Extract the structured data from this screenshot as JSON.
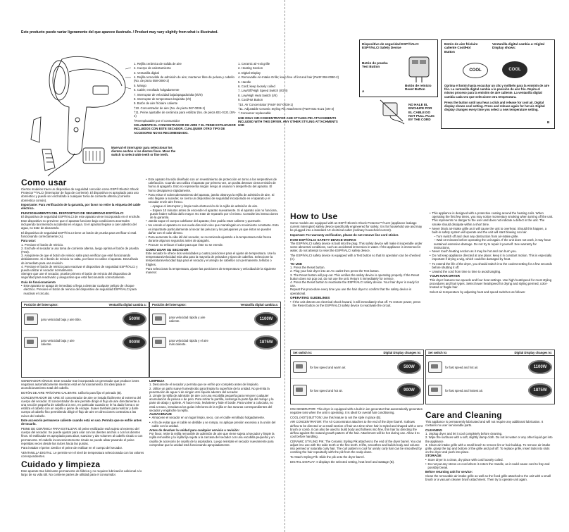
{
  "header_note": "Este producto puede variar ligeramente del que aparece ilustrado. / Product may vary slightly from what is illustrated.",
  "diagram": {
    "parts_es": [
      "1. Rejilla cerámica de salida de aire",
      "2. Cuerpo de calentamiento",
      "3. Ventanilla digital",
      "4. Rejilla removible de admisión de aire; mantener libre de pelusa y cabello (No. de pieza 058-0080-2)",
      "5. Mango",
      "6. Cable; enrollado holgadamente",
      "7. Interruptor de velocidad baja/apagado/alta (I/0/II)",
      "8. Interruptor de temperatura baja/alta (I/II)",
      "9. Botón de aire frío/aire caliente",
      "†10. Concentrador de aire (No. de pieza 067-0038-1)",
      "†11. Peine ajustable de cerámica para estilizar (No. de pieza 831-0121 (SN-4)",
      "†Reemplazable por el consumidor",
      "SOLAMENTE EL CONCENTRADOR DE AIRE Y EL PEINE ESTILIZADOR INCLUIDOS CON ESTE SECADOR. CUALQUIER OTRO TIPO DE ACCESORIO NO ES RECOMENDADO."
    ],
    "parts_en": [
      "1. Ceramic air-exit grille",
      "2. Heating Section",
      "3. Digital Display",
      "4. Removable Air-Intake Grille; keep free of lint and hair (Part# 058-0080-2)",
      "5. Handle",
      "6. Cord; keep loosely coiled",
      "7. Low/Off/High Speed Switch (I/O/II)",
      "8. Low/High Heat Switch (I/II)",
      "9. Cool/Hot Button",
      "†10. Air Concentrator (Part# 067-0038-1)",
      "†11. Adjustable Ceramic Styling Pik Attachment (Part# 831-0121 (SN-4)",
      "† Consumer replaceable",
      "USE ONLY AIR-CONCENTRATOR AND STYLING-PIK ATTACHMENTS INCLUDED WITH THIS DRYER. ANY OTHER STYLING ATTACHMENTS USE"
    ],
    "slide_note": "Muerval el interruptor para seleccionar los dientes anchos o los dientes finos. Move the switch to select wide teeth or fine teeth."
  },
  "plug_box": {
    "title": "Dispositivo de seguridad ESP®/ALCI ESP®/ALCI Safety Device",
    "test_button": "Botón de prueba Test Button",
    "reset_button": "Botón de reinicio Reset Button",
    "letter": "A",
    "warning": "NO HALE EL ENCHUFE POR EL CABLE DO NOT PULL PLUG BY THE CORD"
  },
  "cool_box": {
    "cool_label": "Botón de aire frío/aire caliente Cool/Hot Button",
    "window_label": "Ventanilla digital cambia a: Digital Display shows:",
    "display_1": "COOL",
    "display_2": "COOL",
    "letter": "B",
    "es_text": "Oprima el botón hasta escuchar un clic y mólbelo para la emisión de aire frío. La ventanilla digital cambia a la posición de aire frío. Repita el mismo proceso para la emisión de aire caliente. La ventanilla digital cambia cada vez que seleccione otra temperatura.",
    "en_text": "Press the button until you hear a click and release for cool air. Digital display shows cool setting. Press and release again for hot air. Digital display changes every time you select a new temperature setting."
  },
  "como_usar": {
    "title": "Como usar",
    "intro": "Ciertos modelos traen un dispositivo de seguridad conocido como ESP® Electric Shock Protector™/ALCI (interruptor de fuga de corriente). El dispositivo es apropiado para uso doméstico y puede ser enchufado a cualquier toma de corriente alterna (corriente doméstica común).",
    "important": "Importante: Para verificación de la garantía, por favor no retire la etiqueta del cable eléctrico.",
    "sub1": "FUNCIONAMIENTO DEL DISPOSITIVO DE SEGURIDAD ESP®/ALCI",
    "sub1_text": "El dispositivo de seguridad ESP®/ALCI de este aparato viene incorporado en el enchufe. Este dispositivo no previene que el aparato funcione bajo condiciones anormales incluyendo la inmersión accidental en el agua. Si el aparato llegase a caer adentro del agua, no trate de alcanzarlo.",
    "sub1_text2": "El dispositivo de seguridad ESP®/ALCI tiene un botón de prueba para verificar si está funcionando correctamente (A).",
    "para_usar": "Para usar:",
    "steps": [
      "1. Presione el botón de reinicio.",
      "2. Enchufe el secador a una toma de corriente alterna, luego oprima el botón de prueba (Test).",
      "3. Asegúrese de que el botón de reinicio salte para verificar que esté funcionando debidamente. Si el botón de reinicio no salta, por favor no utilice el aparato. Devuélvalo de inmediato para una revisión.",
      "4. Presione el botón de reinicio para reactivar el dispositivo de seguridad ESP®/ALCI y pueda utilizar el secador normalmente."
    ],
    "after_steps": "Siempre que use el secador, pruebe primero el botón de reinicio del dispositivo de seguridad para reactivarlo y asegurarse que está funcionando correctamente.",
    "guia": "Guía de funcionamiento",
    "guia_text": "Este aparato se apaga de inmediato u llega a detectar cualquier peligro de choque eléctrico. Presione el botón de reinicio del dispositivo de seguridad ESP®/ALCI para reactivar el circuito."
  },
  "col2": {
    "bullets": [
      "Este aparato ha sido diseñado con un revestimiento de protección en torno a los serpentines de calefacción. Cuando uno utiliza el aparato por primera vez, un poolta detectar cierta emisión de humo al apagarlo. Esto no representa ningún riesgo al usuario ni desperfecto del aparato. El humo desaparece rápidamente.",
      "Para evitar el sobrecalentamiento del aparato, jamás obstruya la rejilla de admisión de aire. Si esto llegase a suceder, se cierra un dispositivo de seguridad incorporado en el aparato y el secador envíe aire fresco.",
      "– Apague el interruptor y limpie toda obstrucción de la rejilla de admisión de aire.",
      "– Espere 10 minutos antes de encender el aparato nuevamente. Si el aparato aún no funciona, puede haber sufrido daño mayor. No trate de repararlo por sí mismo. Consulte las instrucciones de la garantía.",
      "Jamás toque el cuerpo calefactor del aparato; éste podría estar caliente y quemarle.",
      "No enrede el aparato en sus vuela dirección sino que manténgalo en movimiento constante. Esto es importante particularmente al secar las pelucas y los peluquines ya que éstos se pueden dañar con el calor directo.",
      "Para aumentar la vida útil del secador, se recomienda ajustarlo a la temperatura más fresca durante algunos segundos antes de apagarlo.",
      "Procure no enfocar el calor para que éste no se enrede."
    ],
    "como_usar_secador": "COMO USAR SU SECADOR",
    "secador_text": "Este secador le ofrece dos velocidades y cuatro posiciones para el ajuste de temperatura. Use la temperatura/velocidad más alta para la mayoría de peinados y tipos de cabellos. Seleccione la temperatura/velocidad baja para el secado y el arreglo de cabellos con permanente, teñidos o frágiles.",
    "secador_text2": "Para seleccionar la temperatura, ajuste las posiciones de temperatura y velocidad de la siguiente manera:"
  },
  "table_es": {
    "h1a": "Posición del interruptor:",
    "h1b": "Ventanilla digital cambia a:",
    "h2a": "Posición del interruptor:",
    "h2b": "Ventanilla digital cambia a:",
    "rows_left": [
      {
        "label": "para velocidad baja y aire tibio.",
        "display": "500W"
      },
      {
        "label": "para velocidad baja y aire caliente.",
        "display": "900W"
      }
    ],
    "rows_right": [
      {
        "label": "para velocidad rápida y aire caliente.",
        "display": "1100W"
      },
      {
        "label": "para velocidad rápida y el aire más caliente.",
        "display": "1875W"
      }
    ]
  },
  "bottom_es_left": {
    "items": [
      "GENERADOR IÓNICO: Este secador trae incorporado un generador que produce iones negativos automáticamente mientras está en funcionamiento. Es ideal para el acondicionamiento total del cabello.",
      "BOTÓN DE AIRE FRÍO/AIRE CALIENTE: Utilícelo para fijar el peinado (B).",
      "CONCENTRADOR DE AIRE: El concentrador de aire se instala fácilmente al extremo del cuerpo del secador. El concentrador de aire permite dirigir el flujo de aire directamente a una sección pequeña de cabello a la vez, en particular cuando se le ha dado forma o se estiliza el cabello con un cepillo o peine de escape. Suave también para realizar y darle cuerpo al cabello fino permitiendo dirigir el flujo de aire en direcciones contrarias a las raíces del cabello.",
      "Este accesorio permanece caliente cuando está en uso. Permita que se enfríe antes de tocarlo.",
      "PEINE DE CERÁMICA PARA ESTILIZAR: El peine estilizador está sujeto al extremo del cuerpo del secador. Se puede ajustar para usar con los dientes anchos o con los dientes finos. El estilizador es apropiado para alzar, suavizar y dar volumen al cabello rizado o con permanente. El cabello inconvenientemente rizado se puede alisar pasando el peine repetidas veces desde las raíces hacia las puntas.",
      "Para instalar el peine: Deslice el peine de estilizar en el cuerpo del secador.",
      "VENTANILLA DIGITAL: Le permite ver el nivel de temperatura seleccionada con los valores correspondientes."
    ],
    "cuidado_title": "Cuidado y limpieza",
    "cuidado_text": "Este aparato trae lubricante permanente de fábrica y no requiere lubricación adicional a lo largo de su vida útil. No contiene partes de utilidad para el consumidor."
  },
  "bottom_es_right": {
    "limpieza": "LIMPIEZA",
    "items": [
      "1. Desconecte el secador y permita que se enfríe por completo antes de limpiarlo.",
      "2. Utilice un paño suave humedecido para limpiar la superficie de la unidad. No permita la penetración de agua ni de ningún otro líquido adentro del secador.",
      "3. Limpie la rejilla de admisión de aire con una escobilla pequeña para remover cualquier acumulación de pelusa o de pelo. Para retirar la parrilla, sostenga la parte fija del mango y la parte de abajo y apriete. Al hacer esto, levántese y hale el borde. Para volver a colocarla, no está a mano, introduzca los guías inferiores de la rejilla en las ranuras correspondientes del secador y engánche la rejilla."
    ],
    "almacenaje": "ALMACENAJE",
    "alm_items": [
      "Almacene el secador en un lugar limpio, seco, con el cable enrollado holgadamente.",
      "A fin de evitar que el cable se deblide y se rompa, no aplique presión excesiva a la unión del cable con la unidad."
    ],
    "rejilla_title": "Antes de devolver la unidad para cualquier servicio o revisión:",
    "rejilla_text": "Por favor, retire la rejilla removible de admisión de aire que viene sujeta al secador y limpie la rejilla removible y la rejilla fija sujeta a la carcasa del secador con una escobilla pequeña y un cepillo de accesorio de cepillo de la aspiradora. Luego reinstale el secador nuevamente para comprobar que la unidad está funcionando apropiadamente."
  },
  "how_to_use": {
    "title": "How to Use",
    "intro": "Some models are equipped with an ESP® Electric Shock Protector™/ALCI (appliance leakage current interrupter) safety device specifically engineered for safety. It is for household use and may be plugged into a standard AC electrical outlet (ordinary household current).",
    "important": "Important: For warranty verification, please do not remove line cord sticker.",
    "sub1": "HOW ESP®/ALCI SAFETY DEVICE WORKS",
    "sub1_text": "The ESP®/ALCI safety device is built into the plug. This safety device will make it inoperable under some abnormal conditions, such as accidental immersion in water. If the appliance is immersed in water, do not attempt to reset the ESP®/ALCI safety device.",
    "sub1_text2": "The ESP®/ALCI safety device is equipped with a Test button so that its operation can be checked (A).",
    "to_use": "TO USE",
    "steps": [
      "1. Press the Reset button.",
      "2. Plug your hair dryer into an AC outlet then press the Test button.",
      "3. The Reset button will pop out. This verifies the safety device is operating properly. If the Reset button does not pop out, do not use the unit. Return it immediately for service.",
      "4. Press the Reset button to reactivate the ESP®/ALCI safety device. Your hair dryer is ready for use."
    ],
    "repeat": "Repeat this procedure every time you use the hair dryer to confirm that the safety device is operational.",
    "op_guide": "OPERATING GUIDELINES",
    "op_items": [
      "If the unit detects an electrical shock hazard, it will immediately shut off. To restore power, press the Reset button on the ESP®/ALCI safety device to reactivate the circuit."
    ]
  },
  "col4": {
    "bullets": [
      "This appliance is designed with a protective coating around the heating coils. When operating the first few times, you may notice momentary smoking when turning off the unit. This represents no danger to the user and does not indicate a defect in the unit. The smoke should dissipate within a short time.",
      "Never block air-intake grille as it will cause the unit to overheat. Should this happen, a built-in safety system will operate and the unit will start blowing cool air.",
      "– Turn switch off and clear any obstruction from air-intake grille.",
      "– Wait 10 minutes before operating the unit again. If the unit does not work, it may have sustained extensive damage. Do not try to repair it yourself. See warranty for instructions.",
      "Never touch heating section as it may be hot and can burn you.",
      "Do not keep appliance directed at one place; keep it in constant motion. This is especially important if drying a wig, which could be damaged by heat.",
      "To extend the life of the dryer, you should switch it to the coolest setting for a few seconds before shutting it off.",
      "Unwind the cord from time to time to avoid tangling."
    ],
    "your_dryer": "YOUR HAIR DRYER",
    "dryer_text": "This dryer features two speeds and four heat settings. Use high heat/speed for most styling procedures and hair types. Select lower heat/speed for drying and styling permed, color-treated or fragile hair.",
    "dryer_text2": "Select air temperature by adjusting heat and speed switches as follows:"
  },
  "table_en": {
    "h1a": "Set switch to:",
    "h1b": "Digital Display changes to:",
    "h2a": "Set switch to:",
    "h2b": "Digital Display changes to:",
    "rows_left": [
      {
        "label": "for low speed and warm air.",
        "display": "500W"
      },
      {
        "label": "for low speed and hot air.",
        "display": "900W"
      }
    ],
    "rows_right": [
      {
        "label": "for fast speed and hot air.",
        "display": "1100W"
      },
      {
        "label": "for fast speed and hottest air.",
        "display": "1875W"
      }
    ]
  },
  "bottom_en_left": {
    "items": [
      "ION GENERATOR: This dryer is equipped with a built-in ion generator that automatically generates negative ions when the unit is operating. It is ideal for overall hair conditioning.",
      "COOL (HOT) BUTTON: Use this feature to set the style in place (B).",
      "AIR CONCENTRATOR: The Air Concentrator attaches to the end of the dryer barrel. It allows airflow to be directed on a small section of hair at a time when hair is styled and shaped with a vent brush or comb. It can also be used to build body and fullness into fine, thin hair by directing the airflow against the natural growth pattern of the hair. Attachment will be hot during use. Allow it to cool before handling.",
      "CERAMIC STYLING PIK: The Ceramic Styling Pik attaches to the end of the dryer barrel. You can adjust it to use with the wide teeth or the fine teeth. It lifts, smoothes and builds body and volume into permed or naturally curly hair. The curl pattern is cool for unruly curly hair can be smoothed by combing the hair repeatedly with the pik from the scalp down.",
      "To Attach Styling Pik: Slide the pik onto the dryer barrel.",
      "DIGITAL DISPLAY: It displays the selected setting, heat level and wattage (B)."
    ]
  },
  "care": {
    "title": "Care and Cleaning",
    "intro": "This appliance is permanently lubricated and will not require any additional lubrication. It contains no user serviceable parts.",
    "cleaning": "CLEANING",
    "items": [
      "1. Unplug dryer and let it cool completely before cleaning.",
      "2. Wipe the surfaces with a soft, slightly damp cloth. Do not let water or any other liquid get into the appliance.",
      "3. Clean air-intake grille with a small brush to remove lint or hair buildup. To remove air-intake grille, grasp the top and bottom of the grille and pull off. To replace grille, insert tabs into slots on the dryer and push into place."
    ],
    "storage": "STORAGE",
    "store_items": [
      "Store dryer in a clean, dry place with cord loosely coiled.",
      "Do not put any stress on cord where it enters the Handle, as it could cause cord to fray and possibly break."
    ],
    "before": "Before returning unit for service:",
    "before_text": "Clean the removable air-intake grille as well as the fixed grille attached to the unit with a small brush or a vacuum cleaner brush attachment. Then try to operate unit again."
  }
}
